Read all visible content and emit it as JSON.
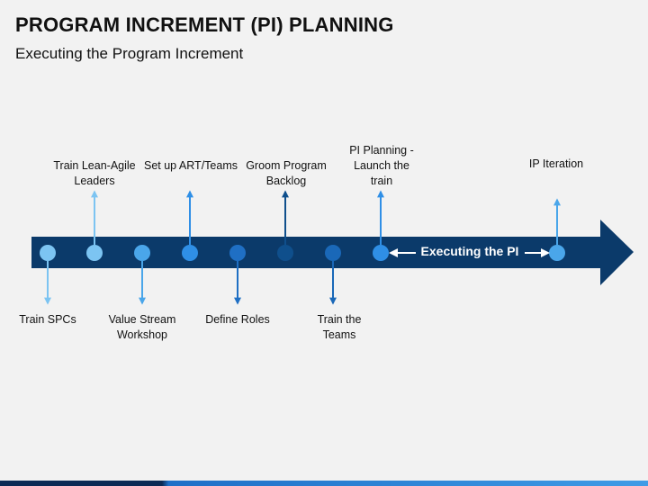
{
  "header": {
    "title": "PROGRAM INCREMENT (PI) PLANNING",
    "subtitle": "Executing the Program Increment"
  },
  "timeline": {
    "phase_label": "Executing the PI",
    "colors": {
      "arrow_body": "#0b3a6a",
      "background": "#f2f2f2"
    },
    "milestones": [
      {
        "label": "Train SPCs",
        "side": "below",
        "color": "#7cc4f2"
      },
      {
        "label": "Train Lean-Agile Leaders",
        "side": "above",
        "color": "#7cc4f2"
      },
      {
        "label": "Value Stream Workshop",
        "side": "below",
        "color": "#4aa6ea"
      },
      {
        "label": "Set up ART/Teams",
        "side": "above",
        "color": "#2f8fe6"
      },
      {
        "label": "Define Roles",
        "side": "below",
        "color": "#1f6fc4"
      },
      {
        "label": "Groom Program Backlog",
        "side": "above",
        "color": "#0f4f8c"
      },
      {
        "label": "Train the Teams",
        "side": "below",
        "color": "#1a68b8"
      },
      {
        "label": "PI Planning - Launch the train",
        "side": "above",
        "color": "#2f8fe6"
      },
      {
        "label": "IP Iteration",
        "side": "above",
        "color": "#4aa6ea"
      }
    ]
  }
}
